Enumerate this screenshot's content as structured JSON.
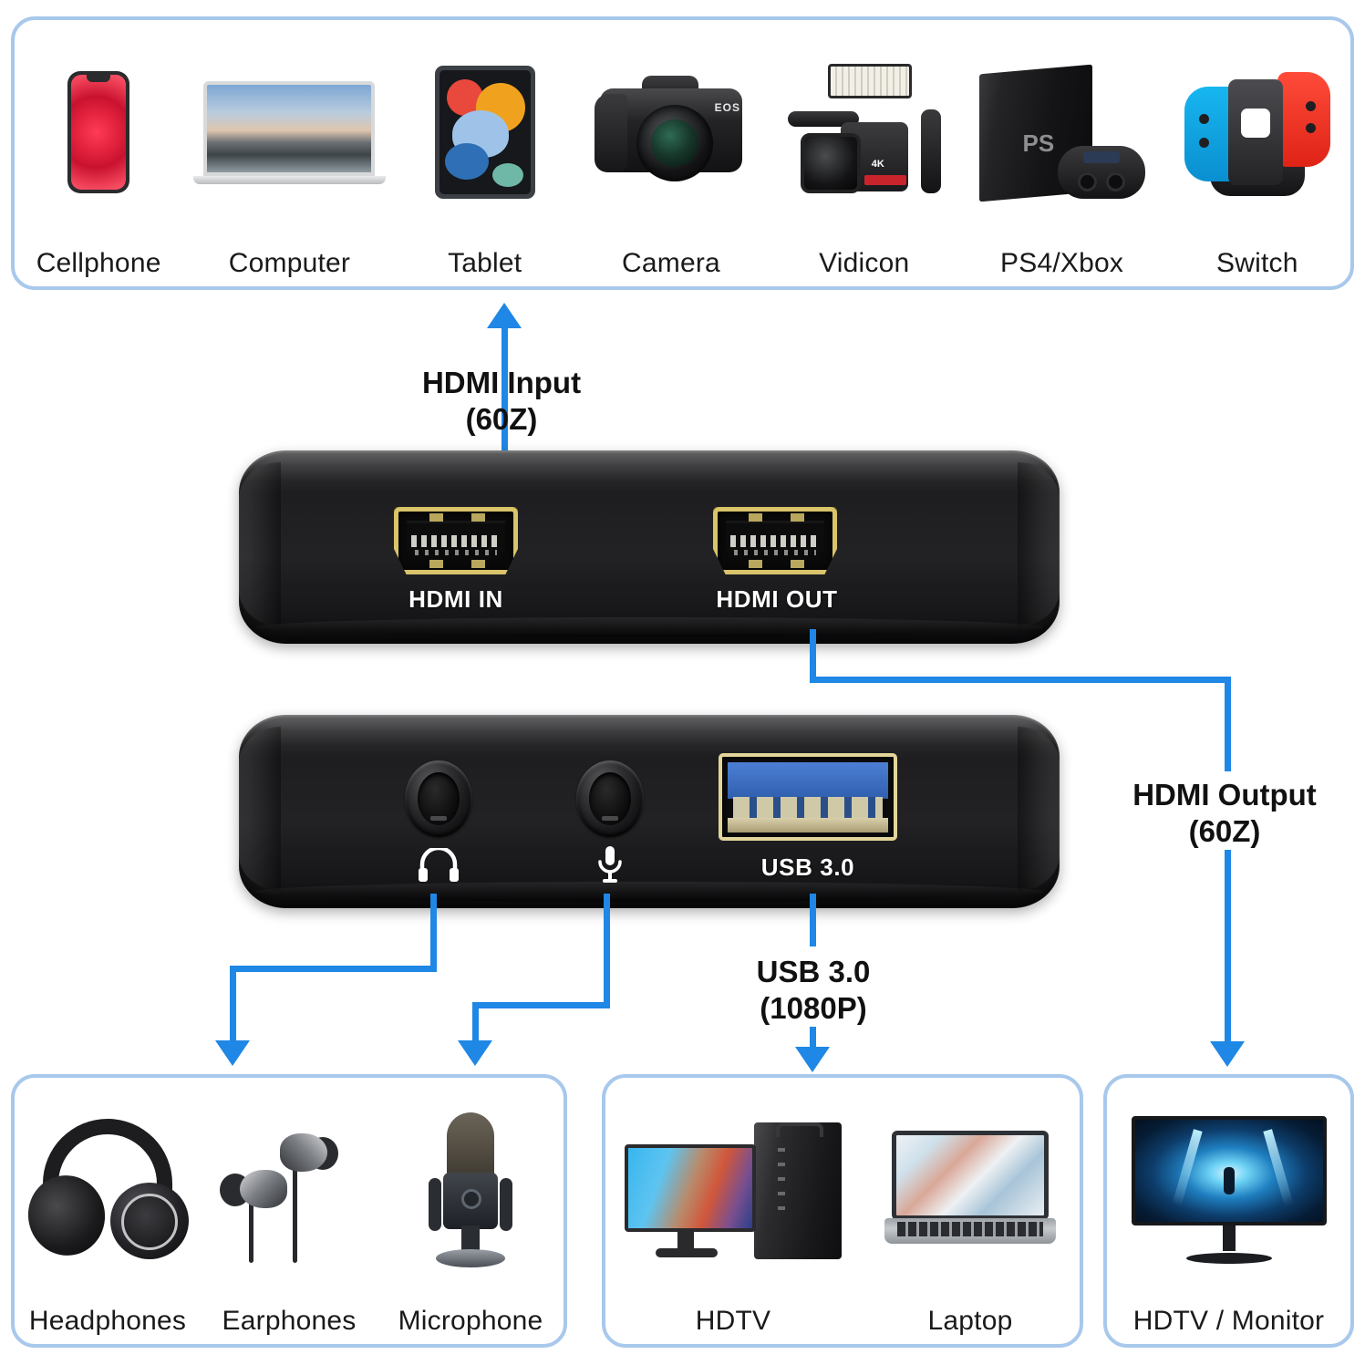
{
  "diagram": {
    "title": "HDMI Video Capture Card Connection Diagram",
    "accent_color": "#1f87e5",
    "box_border_color": "#a8c8ec",
    "device_body_color": "#1e1e20",
    "port_gold_color": "#d9c46a",
    "usb_blue_color": "#2f5fae"
  },
  "source_group": {
    "name": "input-sources",
    "devices": [
      {
        "label": "Cellphone",
        "icon": "smartphone-icon"
      },
      {
        "label": "Computer",
        "icon": "laptop-icon"
      },
      {
        "label": "Tablet",
        "icon": "tablet-icon"
      },
      {
        "label": "Camera",
        "icon": "dslr-camera-icon"
      },
      {
        "label": "Vidicon",
        "icon": "camcorder-icon"
      },
      {
        "label": "PS4/Xbox",
        "icon": "game-console-icon"
      },
      {
        "label": "Switch",
        "icon": "nintendo-switch-icon"
      }
    ]
  },
  "capture_front": {
    "name": "capture-card-front",
    "ports": [
      {
        "caption": "HDMI IN",
        "type": "hdmi"
      },
      {
        "caption": "HDMI OUT",
        "type": "hdmi"
      }
    ]
  },
  "capture_back": {
    "name": "capture-card-back",
    "ports": [
      {
        "caption": "",
        "icon": "headphone-icon",
        "type": "audio-jack"
      },
      {
        "caption": "",
        "icon": "microphone-icon",
        "type": "audio-jack"
      },
      {
        "caption": "USB 3.0",
        "icon": "usb-icon",
        "type": "usb-a"
      }
    ]
  },
  "annotations": {
    "hdmi_input": {
      "line1": "HDMI Input",
      "line2": "(60Z)"
    },
    "hdmi_output": {
      "line1": "HDMI Output",
      "line2": "(60Z)"
    },
    "usb_output": {
      "line1": "USB 3.0",
      "line2": "(1080P)"
    }
  },
  "audio_group": {
    "name": "audio-output-devices",
    "devices": [
      {
        "label": "Headphones",
        "icon": "over-ear-headphones-icon"
      },
      {
        "label": "Earphones",
        "icon": "in-ear-earphones-icon"
      },
      {
        "label": "Microphone",
        "icon": "condenser-microphone-icon"
      }
    ]
  },
  "usb_group": {
    "name": "usb-recording-devices",
    "devices": [
      {
        "label": "HDTV",
        "icon": "desktop-computer-icon"
      },
      {
        "label": "Laptop",
        "icon": "laptop-icon"
      }
    ]
  },
  "hdmi_out_group": {
    "name": "hdmi-passthrough-devices",
    "devices": [
      {
        "label": "HDTV / Monitor",
        "icon": "gaming-monitor-icon"
      }
    ]
  }
}
